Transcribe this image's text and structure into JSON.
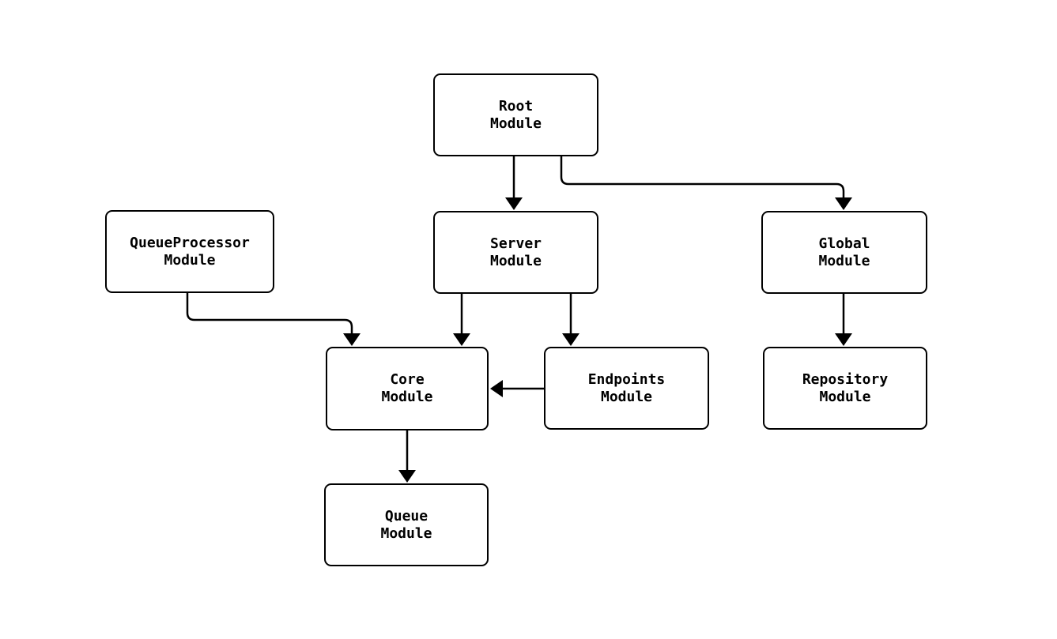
{
  "diagram": {
    "type": "module-dependency-graph",
    "background_color": "#ffffff",
    "stroke_color": "#000000",
    "text_color": "#000000",
    "nodes": {
      "root": {
        "line1": "Root",
        "line2": "Module"
      },
      "server": {
        "line1": "Server",
        "line2": "Module"
      },
      "global": {
        "line1": "Global",
        "line2": "Module"
      },
      "queueprocessor": {
        "line1": "QueueProcessor",
        "line2": "Module"
      },
      "core": {
        "line1": "Core",
        "line2": "Module"
      },
      "endpoints": {
        "line1": "Endpoints",
        "line2": "Module"
      },
      "repository": {
        "line1": "Repository",
        "line2": "Module"
      },
      "queue": {
        "line1": "Queue",
        "line2": "Module"
      }
    },
    "edges": [
      {
        "from": "Root Module",
        "to": "Server Module"
      },
      {
        "from": "Root Module",
        "to": "Global Module"
      },
      {
        "from": "QueueProcessor Module",
        "to": "Core Module"
      },
      {
        "from": "Server Module",
        "to": "Core Module"
      },
      {
        "from": "Server Module",
        "to": "Endpoints Module"
      },
      {
        "from": "Endpoints Module",
        "to": "Core Module"
      },
      {
        "from": "Global Module",
        "to": "Repository Module"
      },
      {
        "from": "Core Module",
        "to": "Queue Module"
      }
    ]
  }
}
